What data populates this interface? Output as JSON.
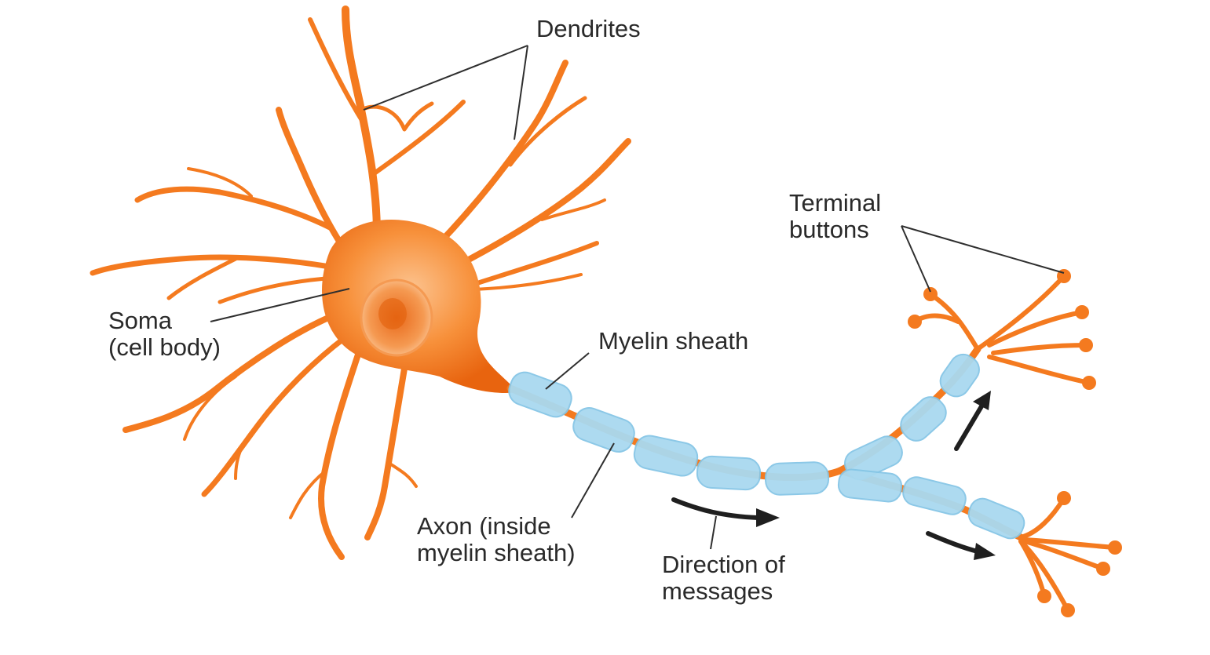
{
  "labels": {
    "dendrites": "Dendrites",
    "terminal_line1": "Terminal",
    "terminal_line2": "buttons",
    "soma_line1": "Soma",
    "soma_line2": "(cell body)",
    "myelin": "Myelin sheath",
    "axon_line1": "Axon (inside",
    "axon_line2": "myelin sheath)",
    "direction_line1": "Direction of",
    "direction_line2": "messages"
  },
  "colors": {
    "neuron": "#f47a1f",
    "neuron_dark": "#e2600c",
    "neuron_light": "#fbb27a",
    "myelin": "#a9d9f0",
    "text": "#2a2a2a",
    "arrow": "#1f1f1f"
  }
}
